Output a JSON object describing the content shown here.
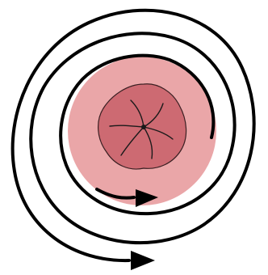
{
  "diagram": {
    "colors": {
      "background": "#ffffff",
      "outer_disk": "#eaa6a8",
      "inner_lobe": "#cd6a72",
      "inner_lobe_outline": "#3a1f22",
      "spiral_stroke": "#000000",
      "arrowhead": "#000000",
      "center_dot": "#1a1a1a"
    },
    "elements": {
      "spiral_turns": 3,
      "arrowhead_count": 2,
      "radial_fold_lines": 6
    }
  }
}
